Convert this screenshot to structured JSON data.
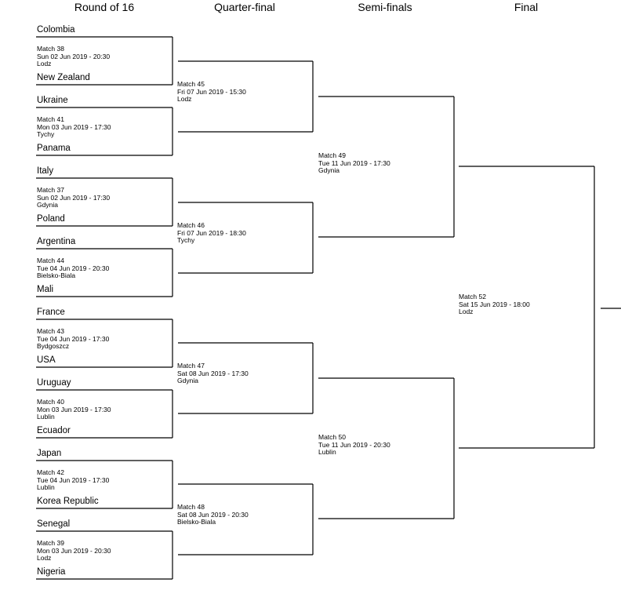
{
  "rounds": [
    "Round of 16",
    "Quarter-final",
    "Semi-finals",
    "Final"
  ],
  "round_of_16": [
    {
      "match": "Match 38",
      "date": "Sun 02 Jun 2019 - 20:30",
      "venue": "Lodz",
      "team1": "Colombia",
      "team2": "New Zealand"
    },
    {
      "match": "Match 41",
      "date": "Mon 03 Jun 2019 - 17:30",
      "venue": "Tychy",
      "team1": "Ukraine",
      "team2": "Panama"
    },
    {
      "match": "Match 37",
      "date": "Sun 02 Jun 2019 - 17:30",
      "venue": "Gdynia",
      "team1": "Italy",
      "team2": "Poland"
    },
    {
      "match": "Match 44",
      "date": "Tue 04 Jun 2019 - 20:30",
      "venue": "Bielsko-Biala",
      "team1": "Argentina",
      "team2": "Mali"
    },
    {
      "match": "Match 43",
      "date": "Tue 04 Jun 2019 - 17:30",
      "venue": "Bydgoszcz",
      "team1": "France",
      "team2": "USA"
    },
    {
      "match": "Match 40",
      "date": "Mon 03 Jun 2019 - 17:30",
      "venue": "Lublin",
      "team1": "Uruguay",
      "team2": "Ecuador"
    },
    {
      "match": "Match 42",
      "date": "Tue 04 Jun 2019 - 17:30",
      "venue": "Lublin",
      "team1": "Japan",
      "team2": "Korea Republic"
    },
    {
      "match": "Match 39",
      "date": "Mon 03 Jun 2019 - 20:30",
      "venue": "Lodz",
      "team1": "Senegal",
      "team2": "Nigeria"
    }
  ],
  "quarter_finals": [
    {
      "match": "Match 45",
      "date": "Fri 07 Jun 2019 - 15:30",
      "venue": "Lodz"
    },
    {
      "match": "Match 46",
      "date": "Fri 07 Jun 2019 - 18:30",
      "venue": "Tychy"
    },
    {
      "match": "Match 47",
      "date": "Sat 08 Jun 2019 - 17:30",
      "venue": "Gdynia"
    },
    {
      "match": "Match 48",
      "date": "Sat 08 Jun 2019 - 20:30",
      "venue": "Bielsko-Biala"
    }
  ],
  "semi_finals": [
    {
      "match": "Match 49",
      "date": "Tue 11 Jun 2019 - 17:30",
      "venue": "Gdynia"
    },
    {
      "match": "Match 50",
      "date": "Tue 11 Jun 2019 - 20:30",
      "venue": "Lublin"
    }
  ],
  "final": {
    "match": "Match 52",
    "date": "Sat 15 Jun 2019 - 18:00",
    "venue": "Lodz"
  }
}
